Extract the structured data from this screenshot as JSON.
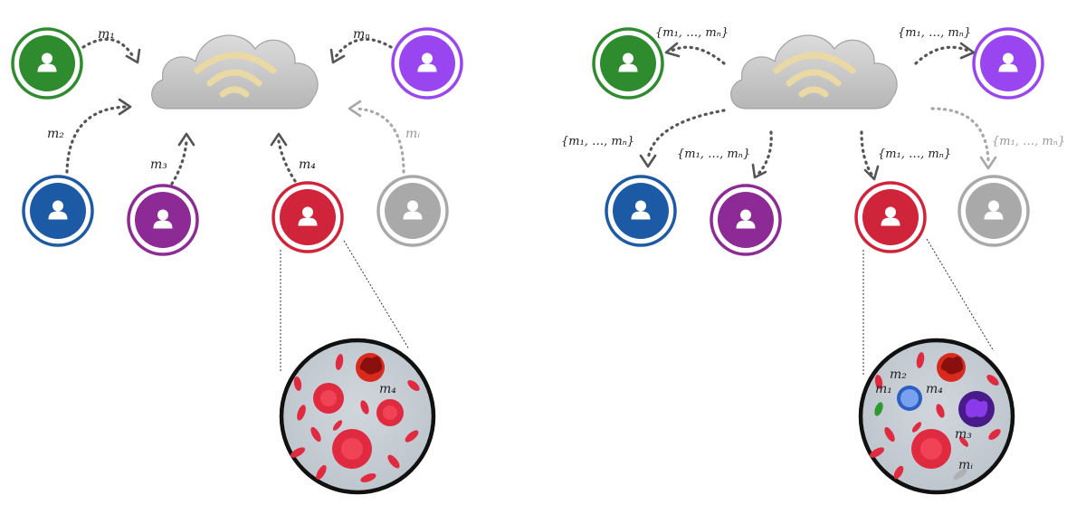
{
  "colors": {
    "green": "#2e8b2e",
    "blue": "#1d5aa6",
    "purple": "#8e2a96",
    "red": "#d0243a",
    "violet": "#9a46f0",
    "grey": "#a9a9a9",
    "cloud": "#c9c9c9",
    "wifi": "#e4d19a",
    "cell_bg": "#c7ced6",
    "rbc": "#e02a3f"
  },
  "left": {
    "labels": {
      "m1": "m₁",
      "mn": "mₙ",
      "m2": "m₂",
      "m3": "m₃",
      "m4": "m₄",
      "mi": "mᵢ"
    },
    "zoom_label": "m₄"
  },
  "right": {
    "set_label": "{m₁, …, mₙ}",
    "zoom_labels": {
      "m1": "m₁",
      "m2": "m₂",
      "m4": "m₄",
      "m3": "m₃",
      "mi": "mᵢ"
    }
  }
}
